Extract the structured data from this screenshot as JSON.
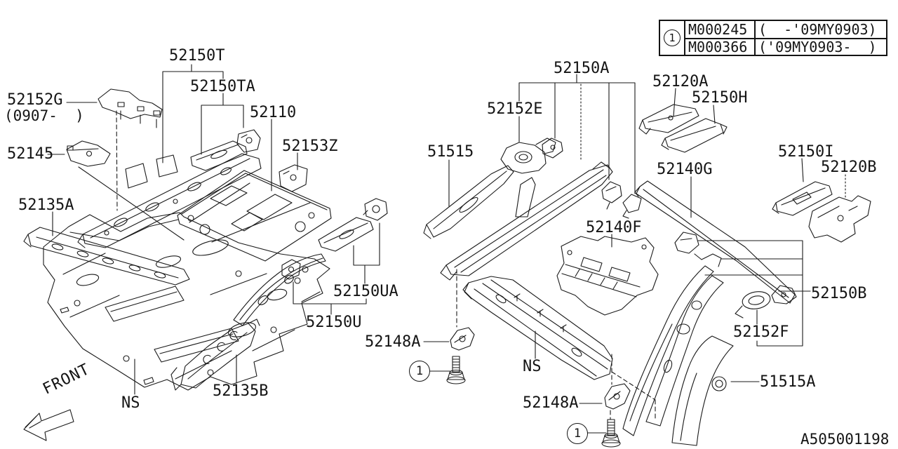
{
  "canvas": {
    "background": "#ffffff",
    "line_color": "#1a1a1a"
  },
  "ref_table": {
    "ref_number": "1",
    "rows": [
      {
        "code": "M000245",
        "range": "(  -'09MY0903)"
      },
      {
        "code": "M000366",
        "range": "('09MY0903-  )"
      }
    ]
  },
  "labels": [
    {
      "id": "52150T",
      "text": "52150T"
    },
    {
      "id": "52150TA",
      "text": "52150TA"
    },
    {
      "id": "52110",
      "text": "52110"
    },
    {
      "id": "52153Z",
      "text": "52153Z"
    },
    {
      "id": "52152G",
      "text": "52152G"
    },
    {
      "id": "52152G-date",
      "text": "(0907-  )"
    },
    {
      "id": "52145",
      "text": "52145"
    },
    {
      "id": "52135A",
      "text": "52135A"
    },
    {
      "id": "51515",
      "text": "51515"
    },
    {
      "id": "52152E",
      "text": "52152E"
    },
    {
      "id": "52150A",
      "text": "52150A"
    },
    {
      "id": "52120A",
      "text": "52120A"
    },
    {
      "id": "52150H",
      "text": "52150H"
    },
    {
      "id": "52140G",
      "text": "52140G"
    },
    {
      "id": "52150I",
      "text": "52150I"
    },
    {
      "id": "52120B",
      "text": "52120B"
    },
    {
      "id": "52140F",
      "text": "52140F"
    },
    {
      "id": "52150UA",
      "text": "52150UA"
    },
    {
      "id": "52150U",
      "text": "52150U"
    },
    {
      "id": "52148A-front",
      "text": "52148A"
    },
    {
      "id": "NS-floor",
      "text": "NS"
    },
    {
      "id": "52135B",
      "text": "52135B"
    },
    {
      "id": "NS-sill",
      "text": "NS"
    },
    {
      "id": "52148A-rear",
      "text": "52148A"
    },
    {
      "id": "52150B",
      "text": "52150B"
    },
    {
      "id": "52152F",
      "text": "52152F"
    },
    {
      "id": "51515A",
      "text": "51515A"
    }
  ],
  "callouts": {
    "bolt_ref": "1"
  },
  "front_indicator": {
    "label": "FRONT"
  },
  "drawing_id": {
    "text": "A505001198"
  }
}
